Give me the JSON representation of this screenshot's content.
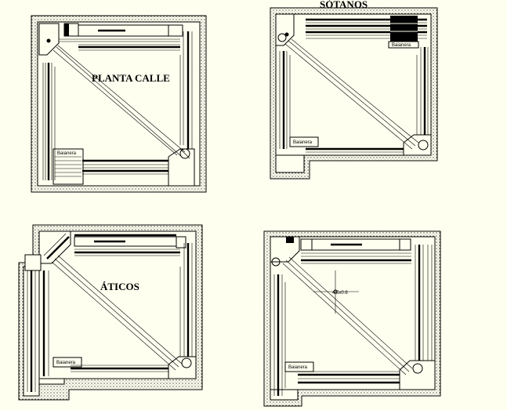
{
  "colors": {
    "background": "#fffff0",
    "ink": "#000000"
  },
  "plans": [
    {
      "id": "planta-calle",
      "title": "PLANTA CALLE",
      "label": "Baianera"
    },
    {
      "id": "sotanos",
      "title": "SÓTANOS",
      "label": "Baianera",
      "label2": "Baianera"
    },
    {
      "id": "aticos",
      "title": "ÁTICOS",
      "label": "Baianera"
    },
    {
      "id": "planta-4",
      "title": "",
      "label": "Baianera",
      "mark": "4.5x0.6"
    }
  ]
}
